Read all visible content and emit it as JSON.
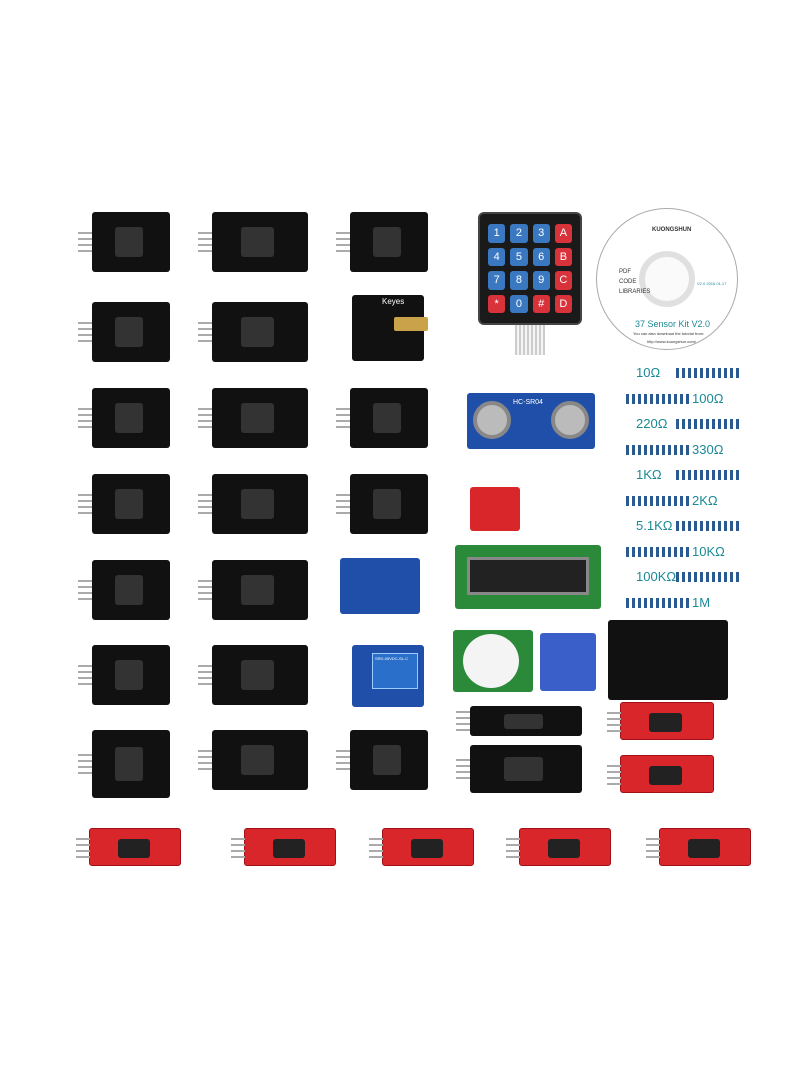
{
  "keypad": {
    "keys": [
      "1",
      "2",
      "3",
      "A",
      "4",
      "5",
      "6",
      "B",
      "7",
      "8",
      "9",
      "C",
      "*",
      "0",
      "#",
      "D"
    ],
    "blue": "#3a78c2",
    "red": "#d8323a"
  },
  "cd": {
    "brand": "KUONGSHUN",
    "version": "V2.0 2016.01.17",
    "items": [
      "PDF",
      "CODE",
      "LIBRARIES"
    ],
    "title": "37 Sensor Kit V2.0",
    "note": "You can also download the tutorial from:",
    "url": "http://www.kuongshun.com/"
  },
  "resistors": [
    "10Ω",
    "100Ω",
    "220Ω",
    "330Ω",
    "1KΩ",
    "2KΩ",
    "5.1KΩ",
    "10KΩ",
    "100KΩ",
    "1M"
  ],
  "labels": {
    "keyes": "Keyes",
    "ultrasonic": "HC-SR04",
    "relay": "SRD-05VDC-SL-C"
  },
  "colors": {
    "board_black": "#111111",
    "board_red": "#d8262a",
    "board_blue": "#1f4fa8",
    "resistor_text": "#1a8a95"
  }
}
